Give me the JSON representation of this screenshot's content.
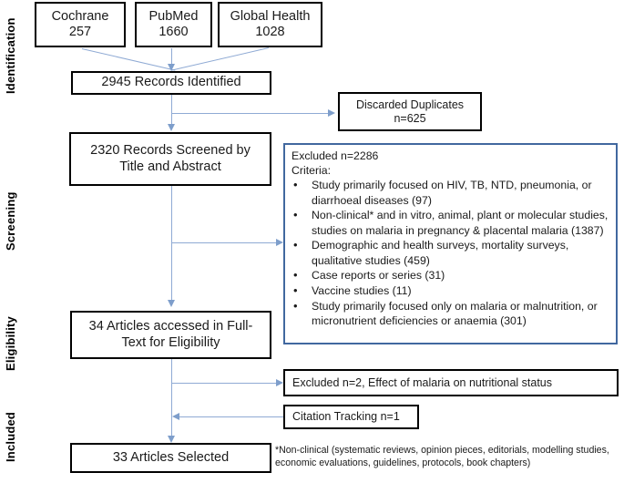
{
  "diagram": {
    "title": "PRISMA study selection flow diagram",
    "accent_arrow_color": "#8faad4",
    "box_border_color": "#000000",
    "excluded_box_border_color": "#41689f"
  },
  "stages": [
    {
      "id": "identification",
      "label": "Identification"
    },
    {
      "id": "screening",
      "label": "Screening"
    },
    {
      "id": "eligibility",
      "label": "Eligibility"
    },
    {
      "id": "included",
      "label": "Included"
    }
  ],
  "sources": [
    {
      "id": "cochrane",
      "name": "Cochrane",
      "count": "257"
    },
    {
      "id": "pubmed",
      "name": "PubMed",
      "count": "1660"
    },
    {
      "id": "global-health",
      "name": "Global Health",
      "count": "1028"
    }
  ],
  "flow": {
    "records_identified": "2945 Records Identified",
    "discarded_duplicates_line1": "Discarded Duplicates",
    "discarded_duplicates_line2": "n=625",
    "records_screened_line1": "2320 Records Screened by",
    "records_screened_line2": "Title and Abstract",
    "fulltext_line1": "34 Articles accessed in Full-",
    "fulltext_line2": "Text for Eligibility",
    "excluded_fulltext": "Excluded n=2, Effect of malaria on nutritional  status",
    "citation_tracking": "Citation Tracking n=1",
    "articles_selected": "33 Articles Selected"
  },
  "excluded_panel": {
    "heading": "Excluded n=2286",
    "criteria_label": "Criteria:",
    "criteria": [
      "Study primarily focused on HIV, TB, NTD, pneumonia, or diarrhoeal diseases (97)",
      "Non-clinical* and in vitro, animal, plant or molecular studies, studies on malaria in pregnancy & placental malaria (1387)",
      "Demographic and health surveys, mortality surveys, qualitative studies (459)",
      "Case reports or series (31)",
      "Vaccine studies (11)",
      "Study primarily focused only on malaria or malnutrition, or micronutrient deficiencies or anaemia (301)"
    ]
  },
  "footnote": {
    "line1": "*Non-clinical (systematic reviews, opinion pieces, editorials, modelling studies,",
    "line2": "economic evaluations, guidelines, protocols, book chapters)"
  }
}
